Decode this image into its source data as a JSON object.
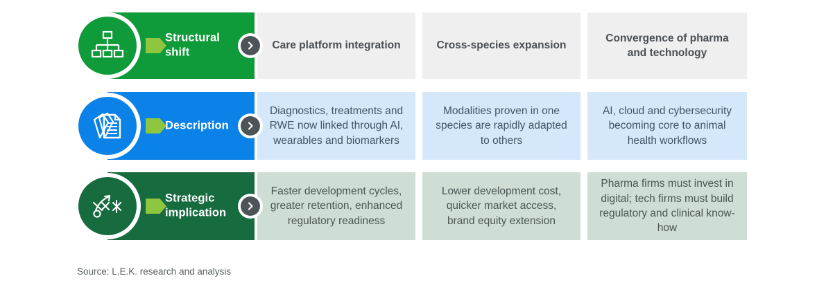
{
  "colors": {
    "row1_band": "#109b3a",
    "row2_band": "#0b82e8",
    "row3_band": "#166b3f",
    "row1_cell": "#efefef",
    "row2_cell": "#d5e8fb",
    "row3_cell": "#ceded5",
    "arrow_tab": "#8ec63f",
    "chevron_circle": "#4d5457",
    "text_dark": "#4a4f54",
    "text_white": "#ffffff"
  },
  "columns": [
    {
      "key": "care_platform"
    },
    {
      "key": "cross_species"
    },
    {
      "key": "convergence"
    }
  ],
  "rows": [
    {
      "label": "Structural shift",
      "icon": "org-chart-icon",
      "cells": [
        "Care platform integration",
        "Cross-species expansion",
        "Convergence of pharma and technology"
      ]
    },
    {
      "label": "Description",
      "icon": "documents-stack-icon",
      "cells": [
        "Diagnostics, treatments and RWE now linked through AI, wearables and biomarkers",
        "Modalities proven in one species are rapidly adapted to others",
        "AI, cloud and cybersecurity becoming core to animal health workflows"
      ]
    },
    {
      "label": "Strategic implication",
      "icon": "strategy-playbook-icon",
      "cells": [
        "Faster development cycles, greater retention, enhanced regulatory readiness",
        "Lower development cost, quicker market access, brand equity extension",
        "Pharma firms must invest in digital; tech firms must build regulatory and clinical know-how"
      ]
    }
  ],
  "source": "Source: L.E.K. research and analysis"
}
